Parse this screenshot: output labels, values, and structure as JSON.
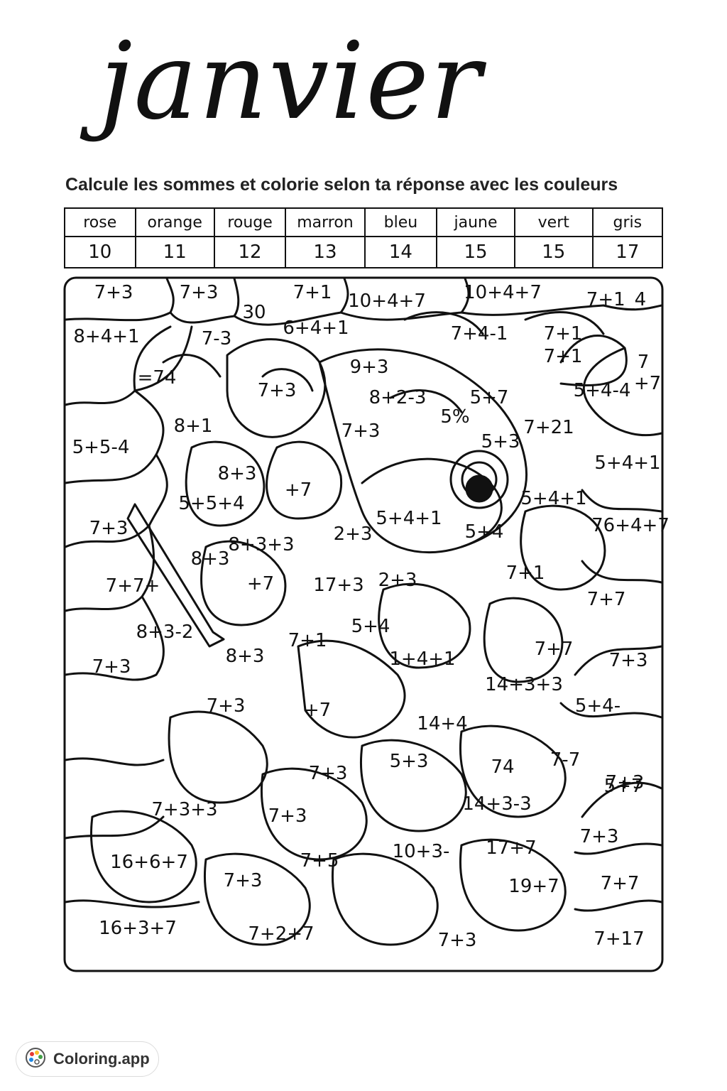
{
  "title": "janvier",
  "instruction": "Calcule les sommes et colorie selon ta réponse avec les couleurs",
  "legend": {
    "colors": [
      "rose",
      "orange",
      "rouge",
      "marron",
      "bleu",
      "jaune",
      "vert",
      "gris"
    ],
    "values": [
      "10",
      "11",
      "12",
      "13",
      "14",
      "15",
      "15",
      "17"
    ]
  },
  "regions": [
    "7+3",
    "7+3",
    "7+1",
    "10+4+7",
    "10+4+7",
    "7+1_4",
    "30",
    "8+4+1",
    "7-3",
    "6+4+1",
    "7+4-1",
    "7+1",
    "7+1",
    "7",
    "+7",
    "=74",
    "9+3",
    "7+3",
    "8+2-3",
    "5+7",
    "5+4-4",
    "5%",
    "8+1",
    "5+5-4",
    "7+3",
    "7+21",
    "5+3",
    "5+4+1",
    "8+3",
    "+7",
    "5+5+4",
    "5+4+1",
    "5+4+1",
    "7+3",
    "2+3",
    "5+4",
    "76+4+7",
    "8+3+3",
    "8+3",
    "7+1",
    "7+7+",
    "+7",
    "17+3",
    "2+3",
    "7+7",
    "8+3-2",
    "5+4",
    "7+1",
    "7+7",
    "8+3",
    "1+4+1",
    "7+3",
    "7+3",
    "14+3+3",
    "7+3",
    "+7",
    "5+4-",
    "14+4",
    "7+3",
    "5+3",
    "74",
    "7-7",
    "7+3",
    "5+7",
    "7+3+3",
    "7+3",
    "14+3-3",
    "7+3",
    "16+6+7",
    "7+5",
    "10+3-",
    "17+7",
    "7+3",
    "19+7",
    "7+7",
    "16+3+7",
    "7+2+7",
    "7+3",
    "7+17"
  ],
  "brand": {
    "name": "Coloring.app",
    "icon": "palette-icon",
    "palette_colors": [
      "#e53935",
      "#fbc02d",
      "#43a047",
      "#1e88e5"
    ]
  }
}
